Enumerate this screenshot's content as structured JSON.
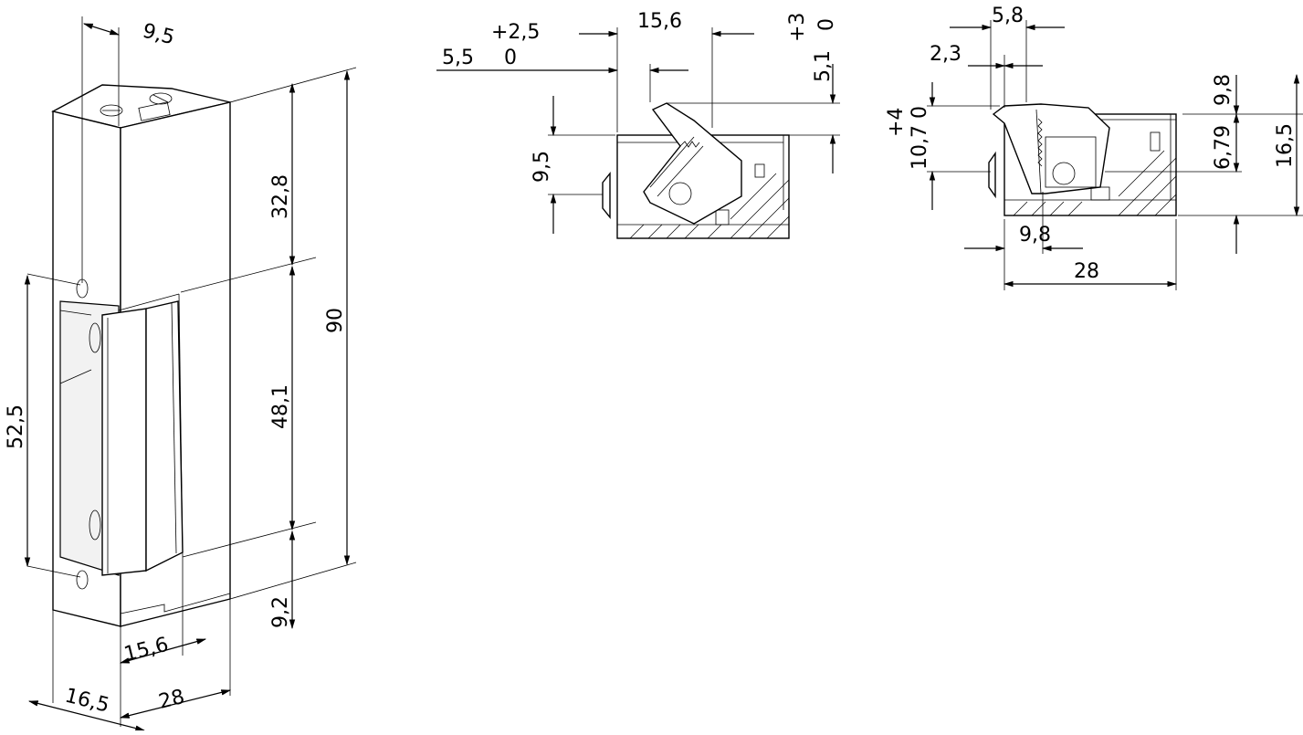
{
  "views": {
    "isometric": {
      "dimensions": {
        "d_9_5": "9,5",
        "d_32_8": "32,8",
        "d_90": "90",
        "d_48_1": "48,1",
        "d_52_5": "52,5",
        "d_9_2": "9,2",
        "d_15_6": "15,6",
        "d_16_5": "16,5",
        "d_28": "28"
      }
    },
    "side_section": {
      "dimensions": {
        "tol_plus_2_5": "+2,5",
        "tol_0": "0",
        "d_5_5": "5,5",
        "d_15_6": "15,6",
        "tol_plus_3": "+3",
        "tol_0b": "0",
        "d_5_1": "5,1",
        "d_9_5": "9,5"
      }
    },
    "end_section": {
      "dimensions": {
        "d_5_8": "5,8",
        "d_2_3": "2,3",
        "tol_plus_4": "+4",
        "d_10_7": "10,7 0",
        "d_9_8_top": "9,8",
        "d_6_79": "6,79",
        "d_16_5": "16,5",
        "d_9_8_bottom": "9,8",
        "d_28": "28"
      }
    }
  }
}
